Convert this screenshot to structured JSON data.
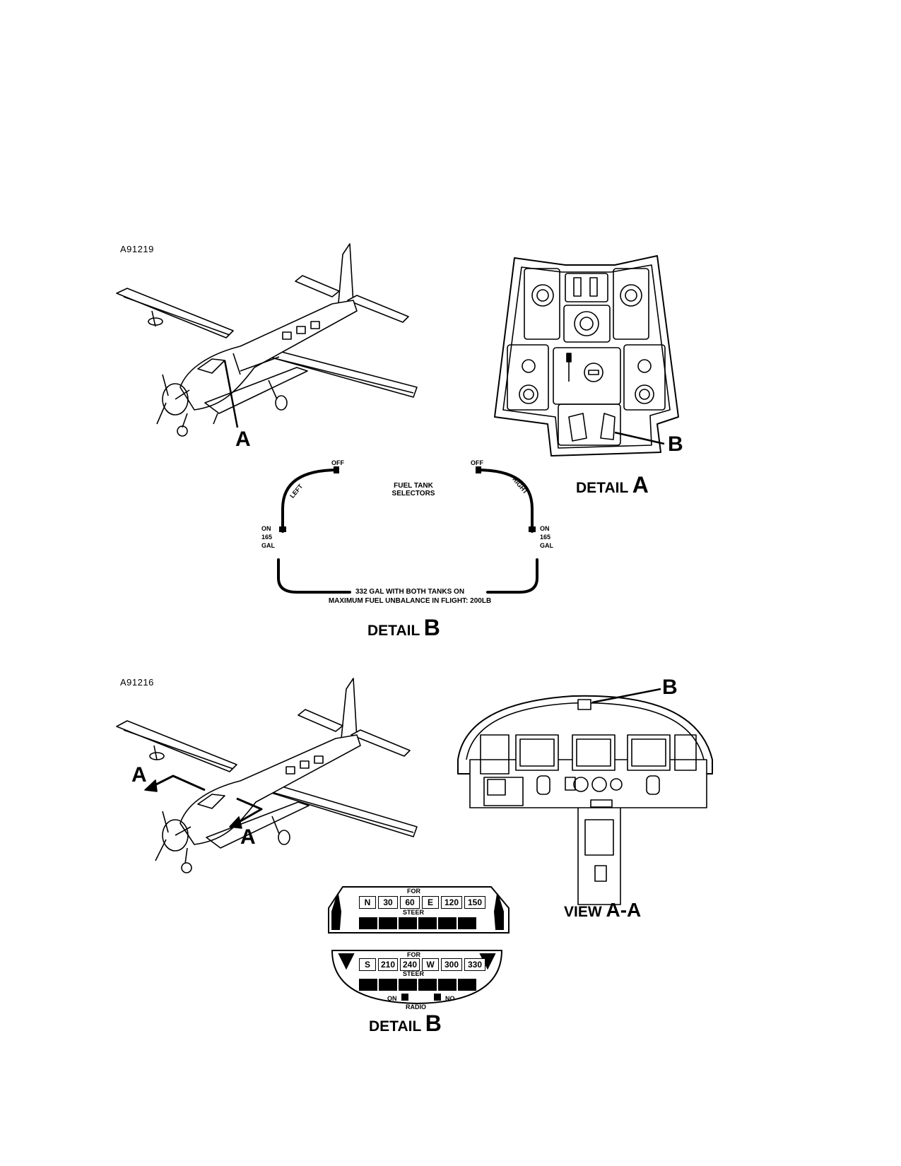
{
  "figure1": {
    "id": "A91219",
    "callout_a": "A",
    "callout_b": "B",
    "detail_a": {
      "word": "DETAIL",
      "letter": "A"
    },
    "detail_b": {
      "word": "DETAIL",
      "letter": "B"
    },
    "fuel_placard": {
      "title_line1": "FUEL TANK",
      "title_line2": "SELECTORS",
      "left": "LEFT",
      "right": "RIGHT",
      "left_off": "OFF",
      "right_off": "OFF",
      "left_on": [
        "ON",
        "165",
        "GAL"
      ],
      "right_on": [
        "ON",
        "165",
        "GAL"
      ],
      "both": "332 GAL WITH BOTH TANKS ON",
      "unbalance": "MAXIMUM FUEL UNBALANCE IN FLIGHT: 200LB"
    }
  },
  "figure2": {
    "id": "A91216",
    "callout_a1": "A",
    "callout_a2": "A",
    "callout_b": "B",
    "view": {
      "word": "VIEW",
      "letters": "A-A"
    },
    "detail_b": {
      "word": "DETAIL",
      "letter": "B"
    },
    "compass_card": {
      "for_label": "FOR",
      "steer_label": "STEER",
      "top_row": [
        "N",
        "30",
        "60",
        "E",
        "120",
        "150"
      ],
      "bottom_row": [
        "S",
        "210",
        "240",
        "W",
        "300",
        "330"
      ],
      "radio_on": "ON",
      "radio_no": "NO",
      "radio_label": "RADIO"
    }
  }
}
